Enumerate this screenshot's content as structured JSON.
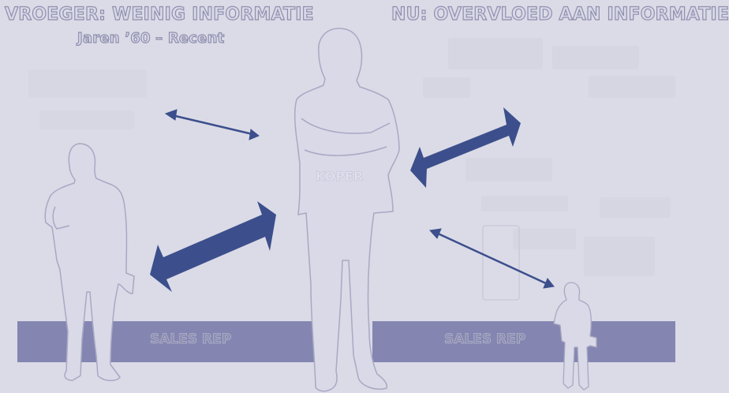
{
  "titles": {
    "left_title": "VROEGER: WEINIG INFORMATIE",
    "left_subtitle": "Jaren ’60 – Recent",
    "right_title": "NU: OVERVLOED AAN INFORMATIE"
  },
  "labels": {
    "center_figure": "KOPER",
    "left_bar": "SALES REP",
    "right_bar": "SALES REP"
  },
  "colors": {
    "background": "#dbdbe7",
    "bar": "#8486b1",
    "arrow": "#3c4f8c",
    "figure_fill": "#d9d9e7",
    "figure_outline": "#a8a8c4"
  }
}
